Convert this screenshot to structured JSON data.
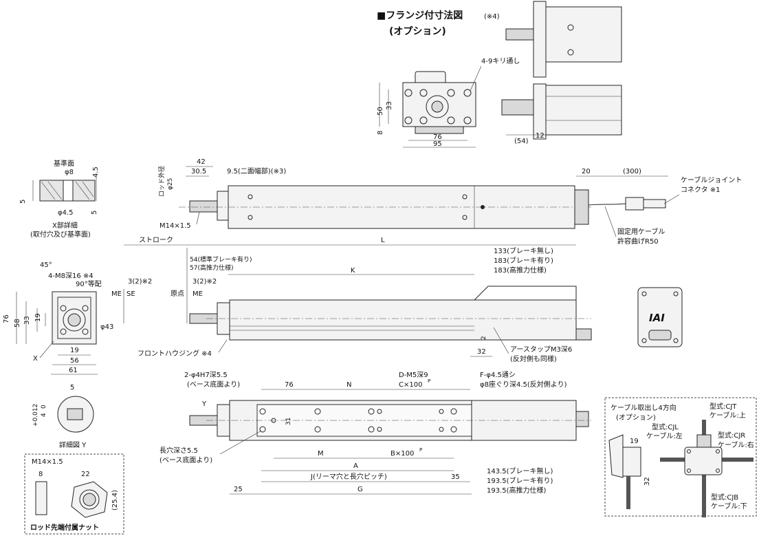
{
  "flange": {
    "title": "■フランジ付寸法図",
    "title_note": "(※4)",
    "subtitle": "(オプション)",
    "hole_label": "4-9キリ通し",
    "dims": {
      "h50": "50",
      "h33": "33",
      "h8": "8",
      "w76": "76",
      "w95": "95",
      "d54": "(54)",
      "d12": "12"
    }
  },
  "xdetail": {
    "title": "X部詳細",
    "subtitle": "(取付穴及び基準面)",
    "ref_face": "基準面",
    "phi8": "φ8",
    "phi45": "φ4.5",
    "d45": "4.5",
    "d5a": "5",
    "d5b": "5"
  },
  "side": {
    "rod_od_label": "ロッド外径",
    "rod_od_val": "φ25",
    "d42": "42",
    "d305": "30.5",
    "d95": "9.5(二面幅部)(※3)",
    "d20": "20",
    "d300": "(300)",
    "cable_connector_1": "ケーブルジョイント",
    "cable_connector_2": "コネクタ ※1",
    "m14": "M14×1.5",
    "fixed_cable_1": "固定用ケーブル",
    "fixed_cable_2": "許容曲げR50"
  },
  "front": {
    "stroke": "ストローク",
    "L": "L",
    "K": "K",
    "note54": "54(標準ブレーキ有り)",
    "note57": "57(高推力仕様)",
    "r133": "133(ブレーキ無し)",
    "r183a": "183(ブレーキ有り)",
    "r183b": "183(高推力仕様)",
    "d32a": "3(2)※2",
    "d32b": "3(2)※2",
    "me": "ME",
    "se": "SE",
    "origin": "原点",
    "me2": "ME",
    "front_housing": "フロントハウジング ※4",
    "d32": "32",
    "d2": "2",
    "earth_1": "アースタップM3深6",
    "earth_2": "(反対側も同様)"
  },
  "endview": {
    "a45": "45°",
    "m8": "4-M8深16 ※4",
    "deg90": "90°等配",
    "phi43": "φ43",
    "d76": "76",
    "d58": "58",
    "d33": "33",
    "d19a": "19",
    "d19b": "19",
    "d56": "56",
    "d61": "61",
    "x": "X"
  },
  "detailY": {
    "tol_plus": "+0.012",
    "tol_zero": "0",
    "d4": "4",
    "d5": "5",
    "title": "詳細図 Y"
  },
  "nut": {
    "m14": "M14×1.5",
    "d8": "8",
    "d22": "22",
    "d254": "(25.4)",
    "caption": "ロッド先端付属ナット"
  },
  "bottom": {
    "h2phi_1": "2-φ4H7深5.5",
    "h2phi_2": "(ベース底面より)",
    "y": "Y",
    "d76": "76",
    "n": "N",
    "dm5": "D-M5深9",
    "c100": "C×100",
    "c100p": "P",
    "fphi_1": "F-φ4.5通シ",
    "fphi_2": "φ8座ぐり深4.5(反対側より)",
    "d31": "31",
    "slot_1": "長穴深さ5.5",
    "slot_2": "(ベース底面より)",
    "m": "M",
    "b100": "B×100",
    "b100p": "P",
    "a": "A",
    "j": "J(リーマ穴と長穴ピッチ)",
    "d35": "35",
    "d25": "25",
    "g": "G",
    "r1435": "143.5(ブレーキ無し)",
    "r1935a": "193.5(ブレーキ有り)",
    "r1935b": "193.5(高推力仕様)"
  },
  "cablebox": {
    "title_1": "ケーブル取出し4方向",
    "title_2": "(オプション)",
    "cjt_1": "型式:CJT",
    "cjt_2": "ケーブル:上",
    "cjl_1": "型式:CJL",
    "cjl_2": "ケーブル:左",
    "cjr_1": "型式:CJR",
    "cjr_2": "ケーブル:右",
    "cjb_1": "型式:CJB",
    "cjb_2": "ケーブル:下",
    "d19": "19",
    "d32": "32"
  },
  "logo": {
    "text": "IAI"
  }
}
